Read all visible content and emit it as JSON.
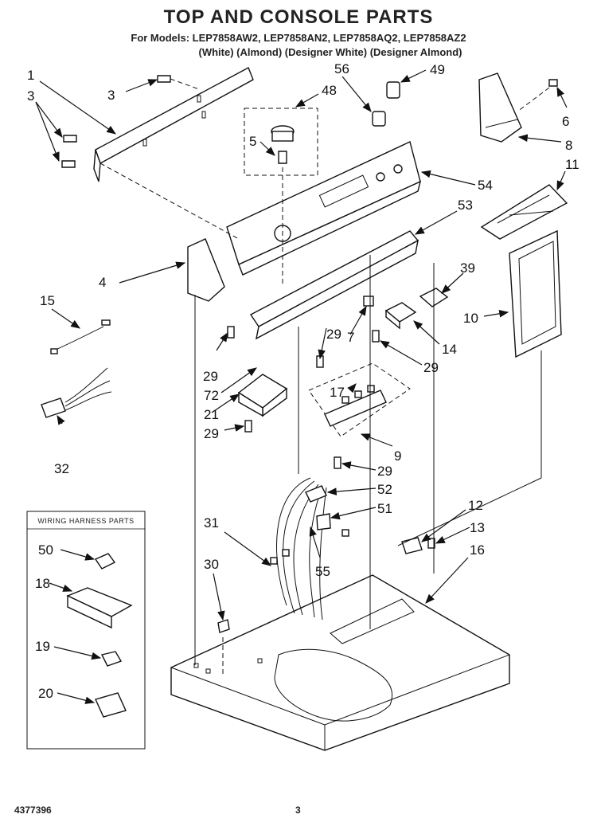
{
  "header": {
    "title": "TOP AND CONSOLE PARTS",
    "models_line": "For Models: LEP7858AW2, LEP7858AN2, LEP7858AQ2, LEP7858AZ2",
    "colors_line": "(White)    (Almond) (Designer White) (Designer Almond)"
  },
  "callouts": {
    "c1": "1",
    "c3a": "3",
    "c3b": "3",
    "c56": "56",
    "c49": "49",
    "c48": "48",
    "c5": "5",
    "c6": "6",
    "c8": "8",
    "c11": "11",
    "c54": "54",
    "c53": "53",
    "c4": "4",
    "c39": "39",
    "c15": "15",
    "c10": "10",
    "c7": "7",
    "c14": "14",
    "c29a": "29",
    "c29b": "29",
    "c29c": "29",
    "c29d": "29",
    "c29e": "29",
    "c72": "72",
    "c21": "21",
    "c17": "17",
    "c9": "9",
    "c32": "32",
    "c52": "52",
    "c51": "51",
    "c12": "12",
    "c13": "13",
    "c16": "16",
    "c31": "31",
    "c55": "55",
    "c30": "30",
    "c50": "50",
    "c18": "18",
    "c19": "19",
    "c20": "20"
  },
  "wiring_box": {
    "title": "WIRING HARNESS PARTS"
  },
  "footer": {
    "doc_number": "4377396",
    "page_number": "3"
  }
}
